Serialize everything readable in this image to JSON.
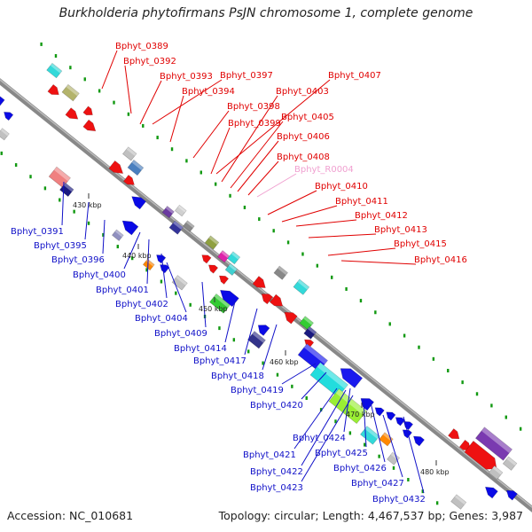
{
  "title": "Burkholderia phytofirmans PsJN chromosome 1, complete genome",
  "footer": {
    "accession": "Accession: NC_010681",
    "stats": "Topology: circular; Length: 4,467,537 bp; Genes: 3,987"
  },
  "colors": {
    "forward_label": "#e00000",
    "reverse_label": "#1010c8",
    "rna_label": "#f0a0d0",
    "backbone": "#888888",
    "tick": "#119911"
  },
  "scale_ticks": [
    "430 kbp",
    "440 kbp",
    "450 kbp",
    "460 kbp",
    "470 kbp",
    "480 kbp"
  ],
  "forward_labels": [
    "Bphyt_0389",
    "Bphyt_0392",
    "Bphyt_0393",
    "Bphyt_0397",
    "Bphyt_0394",
    "Bphyt_0407",
    "Bphyt_0403",
    "Bphyt_0398",
    "Bphyt_0405",
    "Bphyt_0399",
    "Bphyt_0406",
    "Bphyt_0408",
    "Bphyt_R0004",
    "Bphyt_0410",
    "Bphyt_0411",
    "Bphyt_0412",
    "Bphyt_0413",
    "Bphyt_0415",
    "Bphyt_0416"
  ],
  "reverse_labels": [
    "Bphyt_0391",
    "Bphyt_0395",
    "Bphyt_0396",
    "Bphyt_0400",
    "Bphyt_0401",
    "Bphyt_0402",
    "Bphyt_0404",
    "Bphyt_0409",
    "Bphyt_0414",
    "Bphyt_0417",
    "Bphyt_0418",
    "Bphyt_0419",
    "Bphyt_0420",
    "Bphyt_0424",
    "Bphyt_0421",
    "Bphyt_0425",
    "Bphyt_0422",
    "Bphyt_0426",
    "Bphyt_0423",
    "Bphyt_0427",
    "Bphyt_0432"
  ]
}
